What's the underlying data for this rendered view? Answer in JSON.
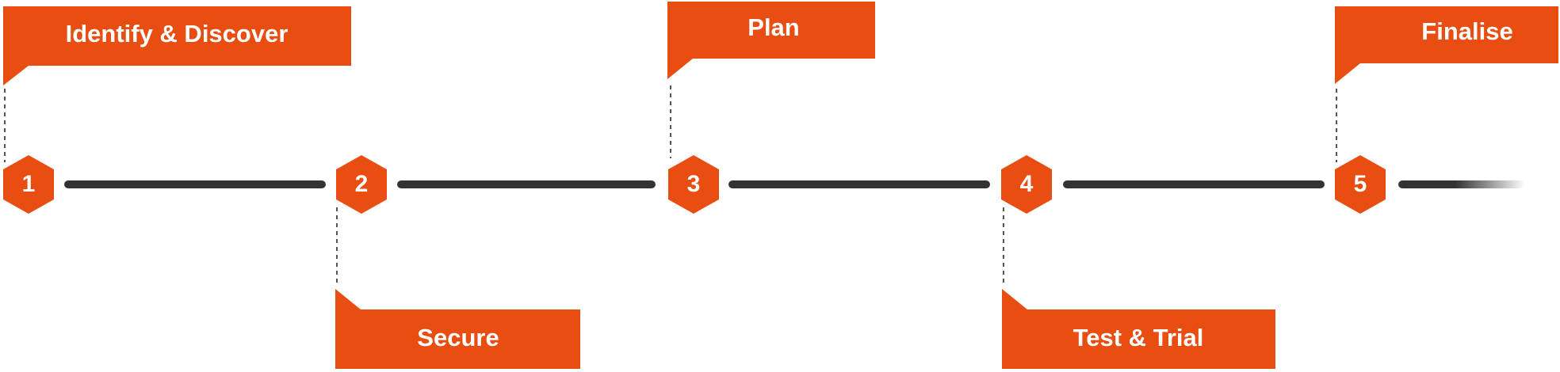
{
  "colors": {
    "accent": "#E84E12",
    "connector": "#333333",
    "leader": "#555555",
    "label_text": "#FFFFFF"
  },
  "steps": [
    {
      "number": "1",
      "label": "Identify & Discover",
      "position": "above"
    },
    {
      "number": "2",
      "label": "Secure",
      "position": "below"
    },
    {
      "number": "3",
      "label": "Plan",
      "position": "above"
    },
    {
      "number": "4",
      "label": "Test & Trial",
      "position": "below"
    },
    {
      "number": "5",
      "label": "Finalise",
      "position": "above"
    }
  ]
}
